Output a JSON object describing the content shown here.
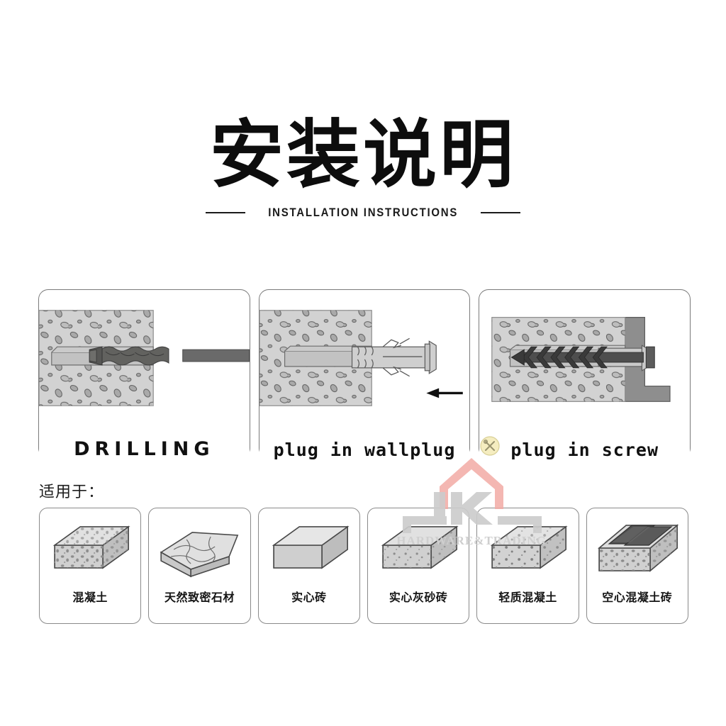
{
  "header": {
    "title": "安装说明",
    "subtitle": "INSTALLATION INSTRUCTIONS"
  },
  "steps": [
    {
      "label": "DRILLING",
      "art": "concrete-with-drill-bit"
    },
    {
      "label": "plug in wallplug",
      "art": "concrete-with-wallplug",
      "arrow": "left-arrow"
    },
    {
      "label": "plug in screw",
      "art": "concrete-with-screw-and-bracket"
    }
  ],
  "applies": {
    "heading": "适用于：",
    "materials": [
      {
        "label": "混凝土",
        "art": "concrete-block"
      },
      {
        "label": "天然致密石材",
        "art": "natural-stone-slab"
      },
      {
        "label": "实心砖",
        "art": "solid-brick"
      },
      {
        "label": "实心灰砂砖",
        "art": "sand-lime-brick"
      },
      {
        "label": "轻质混凝土",
        "art": "lightweight-concrete-block"
      },
      {
        "label": "空心混凝土砖",
        "art": "hollow-concrete-block"
      }
    ]
  },
  "watermark": {
    "brand_text": "HARDWARE&TRADING",
    "house_color": "#f0a9a4",
    "letter_color": "#c9c9c9"
  },
  "badge": {
    "name": "tools-badge",
    "fill": "#f5edc0"
  },
  "colors": {
    "concrete_fill": "#d2d2d2",
    "aggregate_fill": "#a8a8a8",
    "aggregate_stroke": "#5e5e5e",
    "metal_dark": "#5c5c5c",
    "metal_mid": "#7d7d7d",
    "hole_fill": "#c2c2c2",
    "border": "#7a7a7a",
    "text": "#111111"
  }
}
